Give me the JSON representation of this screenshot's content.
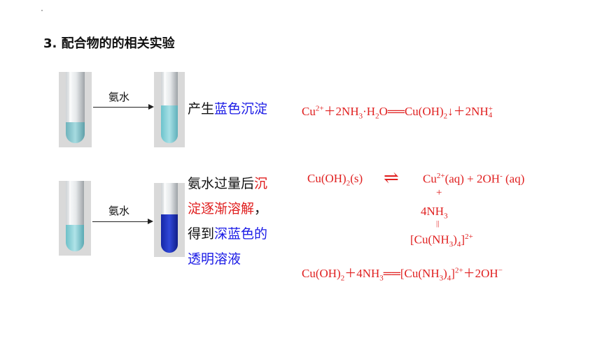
{
  "heading": "3. 配合物的的相关实验",
  "experiment1": {
    "reagent": "氨水",
    "obs_prefix": "产生",
    "obs_highlight": "蓝色沉淀",
    "eq": {
      "a": "Cu",
      "a_sup": "2+",
      "b": "＋2NH",
      "b_sub": "3",
      "c": "·H",
      "c_sub": "2",
      "d": "O",
      "arrow": "══",
      "e": "Cu(OH)",
      "e_sub": "2",
      "f": "↓＋2NH",
      "f_sup": "+",
      "f_sub": "4"
    }
  },
  "experiment2": {
    "reagent": "氨水",
    "obs_line1_black": "氨水过量后",
    "obs_line1_red": "沉",
    "obs_line2_red": "淀逐渐溶解",
    "obs_line2_black": "，",
    "obs_line3_black": "得到",
    "obs_line3_blue": "深蓝色的",
    "obs_line4_blue": "透明溶液",
    "eq_left": "Cu(OH)",
    "eq_left_sub": "2",
    "eq_left_tail": "(s)",
    "eq_arrow": "⇌",
    "eq_right_a": "Cu",
    "eq_right_a_sup": "2+",
    "eq_right_b": "(aq) + 2OH",
    "eq_right_b_sup": "-",
    "eq_right_c": " (aq)",
    "plus": "+",
    "nh3": "4NH",
    "nh3_sub": "3",
    "parallel": "||",
    "complex": "[Cu(NH",
    "complex_sub": "3",
    "complex_b": ")",
    "complex_sub2": "4",
    "complex_c": "]",
    "complex_sup": "2+",
    "overall": {
      "a": "Cu(OH)",
      "a_sub": "2",
      "b": "＋4NH",
      "b_sub": "3",
      "arrow": "══",
      "c": "[Cu(NH",
      "c_sub": "3",
      "d": ")",
      "d_sub": "4",
      "e": "]",
      "e_sup": "2+",
      "f": "＋2OH",
      "f_sup": "−"
    }
  },
  "colors": {
    "red": "#e02020",
    "blue": "#1a1ae6",
    "pale_blue_liquid": "#7cc7cf",
    "deep_blue_liquid": "#1b2fb8"
  }
}
